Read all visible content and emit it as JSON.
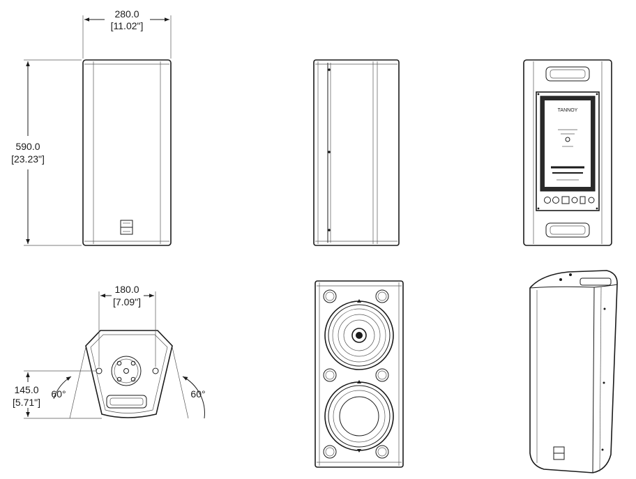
{
  "dimensions": {
    "width_mm": "280.0",
    "width_in": "[11.02\"]",
    "height_mm": "590.0",
    "height_in": "[23.23\"]",
    "mount_spacing_mm": "180.0",
    "mount_spacing_in": "[7.09\"]",
    "depth_mm": "145.0",
    "depth_in": "[5.71\"]",
    "angle_left": "60°",
    "angle_right": "60°"
  },
  "rear_panel": {
    "brand": "TANNOY"
  }
}
